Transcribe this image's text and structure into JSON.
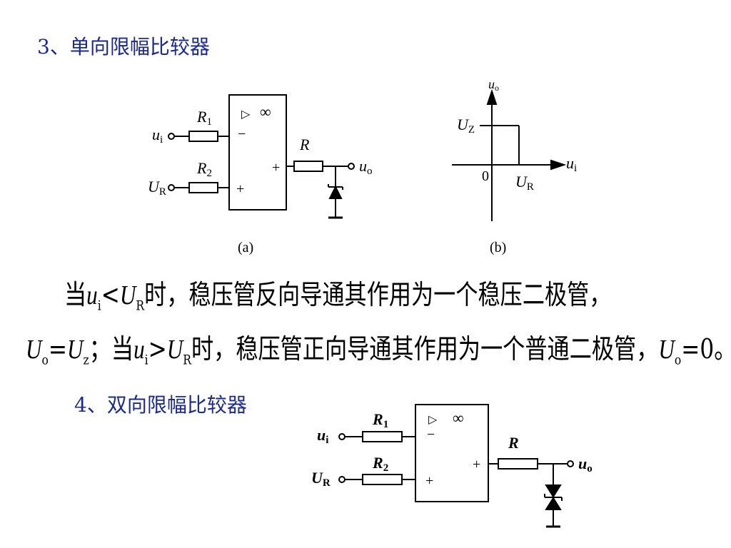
{
  "headings": {
    "single": "3、单向限幅比较器",
    "double": "4、双向限幅比较器"
  },
  "body": {
    "line1": {
      "p1": "当",
      "u": "u",
      "u_sub": "i",
      "lt": "<",
      "U": "U",
      "U_sub": "R",
      "p2": "时，稳压管反向导通其作用为一个稳压二极管，"
    },
    "line2": {
      "Uo": "U",
      "Uo_sub": "o",
      "eq1": "=",
      "Uz": "U",
      "Uz_sub": "z",
      "p1": "；当",
      "u": "u",
      "u_sub": "i",
      "gt": ">",
      "U": "U",
      "U_sub": "R",
      "p2": "时，稳压管正向导通其作用为一个普通二极管，",
      "Uo2": "U",
      "Uo2_sub": "o",
      "eq2": "=0。"
    }
  },
  "circuit_a": {
    "r1": "R",
    "r1_sub": "1",
    "r2": "R",
    "r2_sub": "2",
    "r": "R",
    "ui": "u",
    "ui_sub": "i",
    "ur": "U",
    "ur_sub": "R",
    "uo": "u",
    "uo_sub": "o",
    "tri": "▷",
    "inf": "∞",
    "minus": "−",
    "plus_in": "+",
    "plus_out": "+",
    "caption": "(a)"
  },
  "graph_b": {
    "y_axis": "u",
    "y_axis_sub": "o",
    "x_axis": "u",
    "x_axis_sub": "i",
    "uz": "U",
    "uz_sub": "Z",
    "ur": "U",
    "ur_sub": "R",
    "origin": "0",
    "caption": "(b)"
  },
  "circuit_bottom": {
    "r1": "R",
    "r1_sub": "1",
    "r2": "R",
    "r2_sub": "2",
    "r": "R",
    "ui": "u",
    "ui_sub": "i",
    "ur": "U",
    "ur_sub": "R",
    "uo": "u",
    "uo_sub": "o",
    "tri": "▷",
    "inf": "∞",
    "minus": "−",
    "plus_in": "+",
    "plus_out": "+"
  },
  "colors": {
    "heading": "#1c2a8c",
    "text": "#000000"
  }
}
